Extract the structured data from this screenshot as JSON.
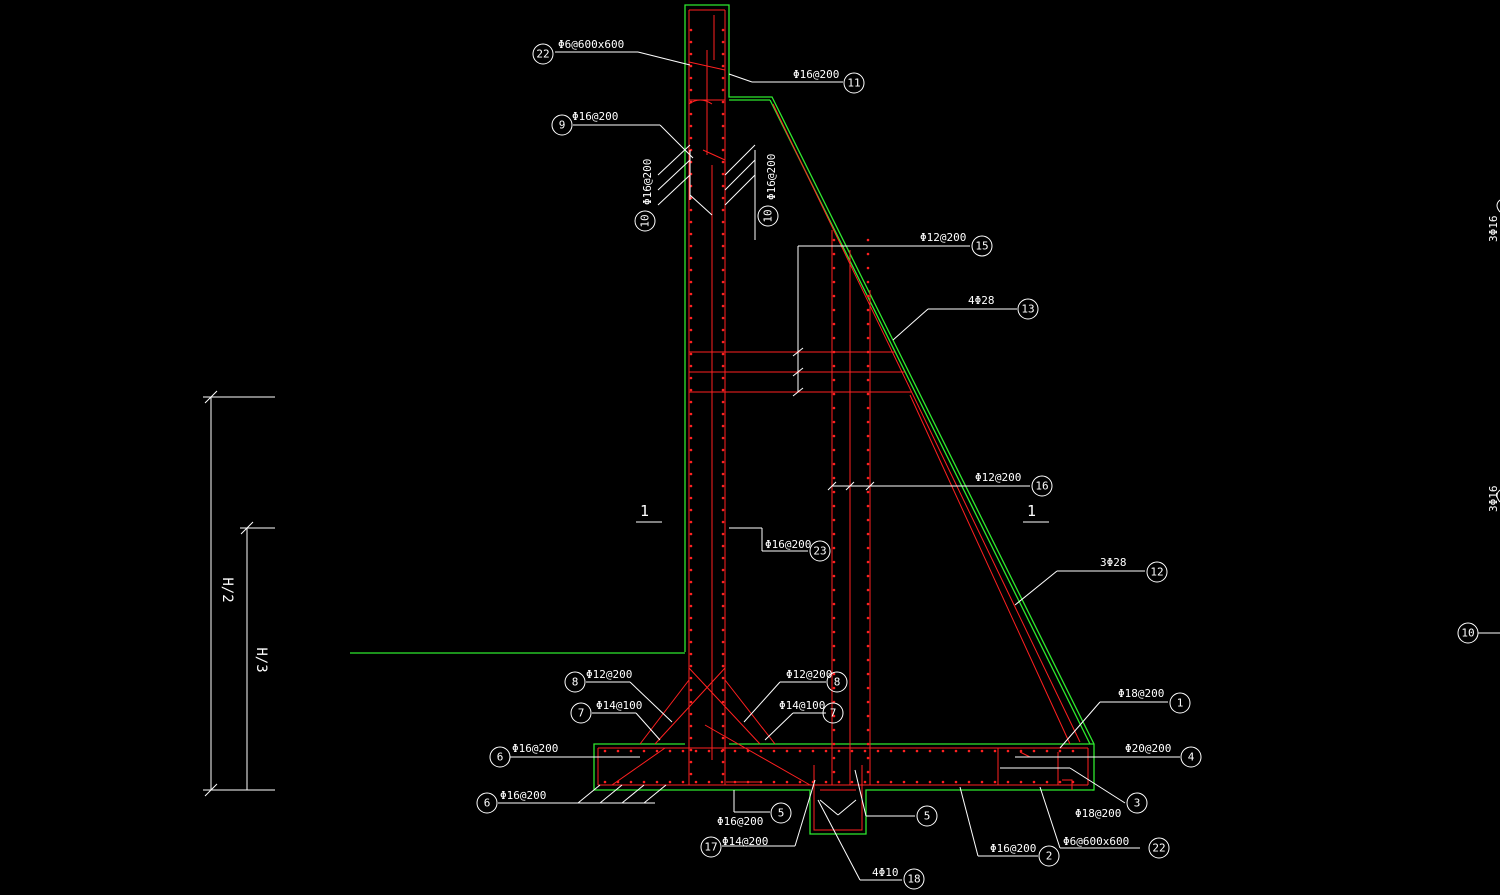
{
  "drawing": {
    "callouts": [
      {
        "id": "c22a",
        "number": "22",
        "text": "Φ6@600x600"
      },
      {
        "id": "c11",
        "number": "11",
        "text": "Φ16@200"
      },
      {
        "id": "c9",
        "number": "9",
        "text": "Φ16@200"
      },
      {
        "id": "c10a",
        "number": "10",
        "text": "Φ16@200"
      },
      {
        "id": "c10b",
        "number": "10",
        "text": "Φ16@200"
      },
      {
        "id": "c15",
        "number": "15",
        "text": "Φ12@200"
      },
      {
        "id": "c13",
        "number": "13",
        "text": "4Φ28"
      },
      {
        "id": "c16",
        "number": "16",
        "text": "Φ12@200"
      },
      {
        "id": "c23",
        "number": "23",
        "text": "Φ16@200"
      },
      {
        "id": "c12",
        "number": "12",
        "text": "3Φ28"
      },
      {
        "id": "c8a",
        "number": "8",
        "text": "Φ12@200"
      },
      {
        "id": "c7a",
        "number": "7",
        "text": "Φ14@100"
      },
      {
        "id": "c8b",
        "number": "8",
        "text": "Φ12@200"
      },
      {
        "id": "c7b",
        "number": "7",
        "text": "Φ14@100"
      },
      {
        "id": "c1",
        "number": "1",
        "text": "Φ18@200"
      },
      {
        "id": "c4",
        "number": "4",
        "text": "Φ20@200"
      },
      {
        "id": "c6a",
        "number": "6",
        "text": "Φ16@200"
      },
      {
        "id": "c6b",
        "number": "6",
        "text": "Φ16@200"
      },
      {
        "id": "c3",
        "number": "3",
        "text": "Φ18@200"
      },
      {
        "id": "c5a",
        "number": "5",
        "text": "Φ16@200"
      },
      {
        "id": "c5b",
        "number": "5",
        "text": ""
      },
      {
        "id": "c17",
        "number": "17",
        "text": "Φ14@200"
      },
      {
        "id": "c2",
        "number": "2",
        "text": "Φ16@200"
      },
      {
        "id": "c22b",
        "number": "22",
        "text": "Φ6@600x600"
      },
      {
        "id": "c18",
        "number": "18",
        "text": "4Φ10"
      },
      {
        "id": "c10c",
        "number": "10",
        "text": ""
      }
    ],
    "section_marks": [
      {
        "id": "s1a",
        "text": "1"
      },
      {
        "id": "s1b",
        "text": "1"
      }
    ],
    "dimensions": [
      {
        "id": "dim-h2",
        "text": "H/2"
      },
      {
        "id": "dim-h3",
        "text": "H/3"
      }
    ],
    "edge_texts": [
      {
        "id": "e1",
        "text": "3Φ16"
      },
      {
        "id": "e2",
        "text": "3Φ16"
      }
    ],
    "colors": {
      "background": "#000000",
      "concrete_outline": "#2ee82e",
      "rebar": "#ff2020",
      "annotation": "#ffffff"
    }
  }
}
